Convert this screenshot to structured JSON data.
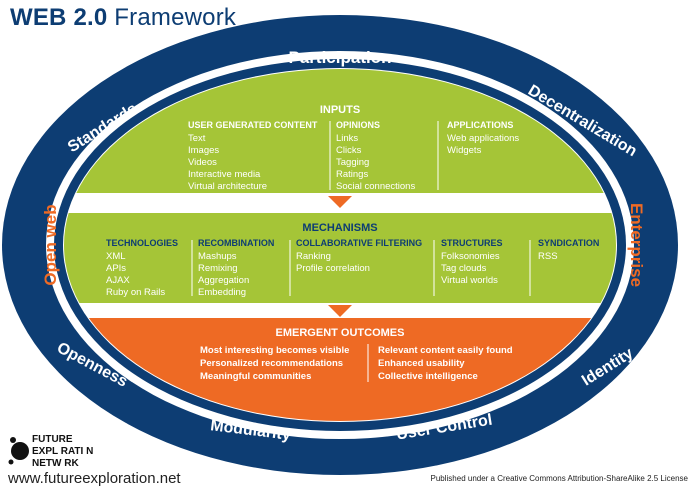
{
  "title": {
    "bold": "WEB 2.0",
    "rest": " Framework"
  },
  "ring_labels": {
    "top": "Participation",
    "upper_left": "Standards",
    "upper_right": "Decentralization",
    "left": "Open web",
    "right": "Enterprise",
    "lower_left": "Openness",
    "lower_right": "Identity",
    "bottom_left": "Modularity",
    "bottom_right": "User Control"
  },
  "inputs": {
    "heading": "INPUTS",
    "columns": [
      {
        "heading": "USER GENERATED CONTENT",
        "items": [
          "Text",
          "Images",
          "Videos",
          "Interactive media",
          "Virtual architecture"
        ]
      },
      {
        "heading": "OPINIONS",
        "items": [
          "Links",
          "Clicks",
          "Tagging",
          "Ratings",
          "Social connections"
        ]
      },
      {
        "heading": "APPLICATIONS",
        "items": [
          "Web applications",
          "Widgets"
        ]
      }
    ]
  },
  "mechanisms": {
    "heading": "MECHANISMS",
    "columns": [
      {
        "heading": "TECHNOLOGIES",
        "items": [
          "XML",
          "APIs",
          "AJAX",
          "Ruby on Rails"
        ]
      },
      {
        "heading": "RECOMBINATION",
        "items": [
          "Mashups",
          "Remixing",
          "Aggregation",
          "Embedding"
        ]
      },
      {
        "heading": "COLLABORATIVE FILTERING",
        "items": [
          "Ranking",
          "Profile correlation"
        ]
      },
      {
        "heading": "STRUCTURES",
        "items": [
          "Folksonomies",
          "Tag clouds",
          "Virtual worlds"
        ]
      },
      {
        "heading": "SYNDICATION",
        "items": [
          "RSS"
        ]
      }
    ]
  },
  "outcomes": {
    "heading": "EMERGENT OUTCOMES",
    "left": [
      "Most interesting becomes visible",
      "Personalized recommendations",
      "Meaningful communities"
    ],
    "right": [
      "Relevant content easily found",
      "Enhanced usability",
      "Collective intelligence"
    ]
  },
  "logo": {
    "lines": [
      "FUTURE",
      "EXPL RATI N",
      "NETW RK"
    ]
  },
  "url": "www.futureexploration.net",
  "license": "Published under a Creative Commons Attribution-ShareAlike 2.5 License",
  "colors": {
    "navy": "#0d3d73",
    "green": "#a5c537",
    "orange": "#ee6a24",
    "white": "#ffffff"
  }
}
